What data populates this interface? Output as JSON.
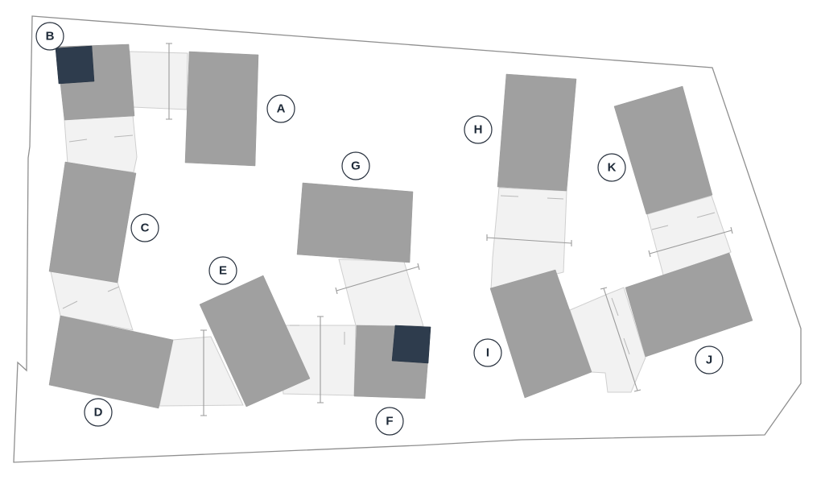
{
  "building_labels": {
    "A": "A",
    "B": "B",
    "C": "C",
    "D": "D",
    "E": "E",
    "F": "F",
    "G": "G",
    "H": "H",
    "I": "I",
    "J": "J",
    "K": "K"
  },
  "colors": {
    "building": "#a0a0a0",
    "highlight": "#2e3c4d",
    "connector": "#f2f2f2",
    "outline": "#8f8f8f",
    "badge_text": "#1e2a38"
  }
}
